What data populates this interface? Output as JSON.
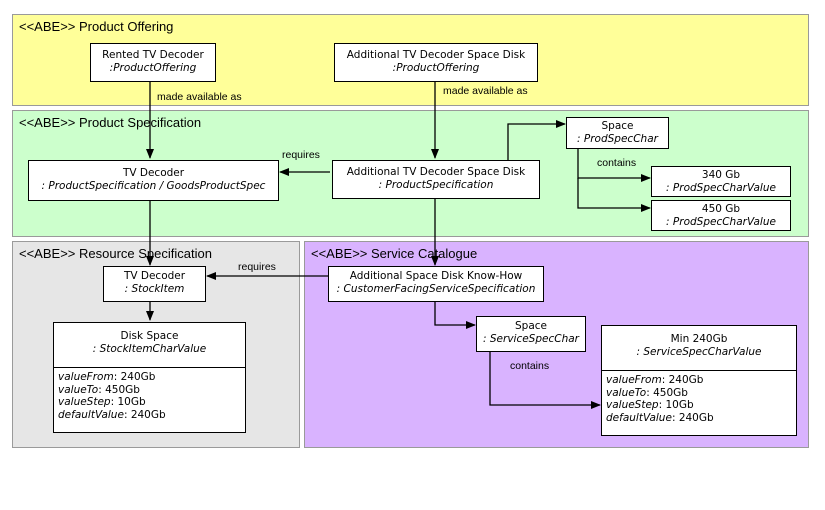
{
  "regions": {
    "product_offering": {
      "label": "<<ABE>> Product Offering",
      "color": "#ffff99"
    },
    "product_specification": {
      "label": "<<ABE>> Product Specification",
      "color": "#ccffcc"
    },
    "resource_specification": {
      "label": "<<ABE>> Resource Specification",
      "color": "#e6e6e6"
    },
    "service_catalogue": {
      "label": "<<ABE>> Service Catalogue",
      "color": "#d9b3ff"
    }
  },
  "boxes": {
    "rented_tv_decoder": {
      "name": "Rented TV Decoder",
      "type": ":ProductOffering"
    },
    "additional_disk_offering": {
      "name": "Additional TV Decoder Space Disk",
      "type": ":ProductOffering"
    },
    "tv_decoder_spec": {
      "name": "TV Decoder",
      "type": ": ProductSpecification / GoodsProductSpec"
    },
    "additional_disk_spec": {
      "name": "Additional TV Decoder Space Disk",
      "type": ": ProductSpecification"
    },
    "space_prodspecchar": {
      "name": "Space",
      "type": ": ProdSpecChar"
    },
    "value_340": {
      "name": "340 Gb",
      "type": ": ProdSpecCharValue"
    },
    "value_450": {
      "name": "450 Gb",
      "type": ": ProdSpecCharValue"
    },
    "tv_decoder_stock": {
      "name": "TV Decoder",
      "type": ": StockItem"
    },
    "disk_space": {
      "name": "Disk Space",
      "type": ": StockItemCharValue",
      "attrs": [
        {
          "name": "valueFrom",
          "value": ": 240Gb"
        },
        {
          "name": "valueTo",
          "value": ": 450Gb"
        },
        {
          "name": "valueStep",
          "value": ": 10Gb"
        },
        {
          "name": "defaultValue",
          "value": ": 240Gb"
        }
      ]
    },
    "know_how": {
      "name": "Additional Space Disk Know-How",
      "type": ": CustomerFacingServiceSpecification"
    },
    "space_servicespecchar": {
      "name": "Space",
      "type": ": ServiceSpecChar"
    },
    "min_240": {
      "name": "Min 240Gb",
      "type": ": ServiceSpecCharValue",
      "attrs": [
        {
          "name": "valueFrom",
          "value": ": 240Gb"
        },
        {
          "name": "valueTo",
          "value": ": 450Gb"
        },
        {
          "name": "valueStep",
          "value": ": 10Gb"
        },
        {
          "name": "defaultValue",
          "value": ": 240Gb"
        }
      ]
    }
  },
  "labels": {
    "made_available_1": "made available as",
    "made_available_2": "made available as",
    "requires_1": "requires",
    "requires_2": "requires",
    "contains_1": "contains",
    "contains_2": "contains"
  }
}
